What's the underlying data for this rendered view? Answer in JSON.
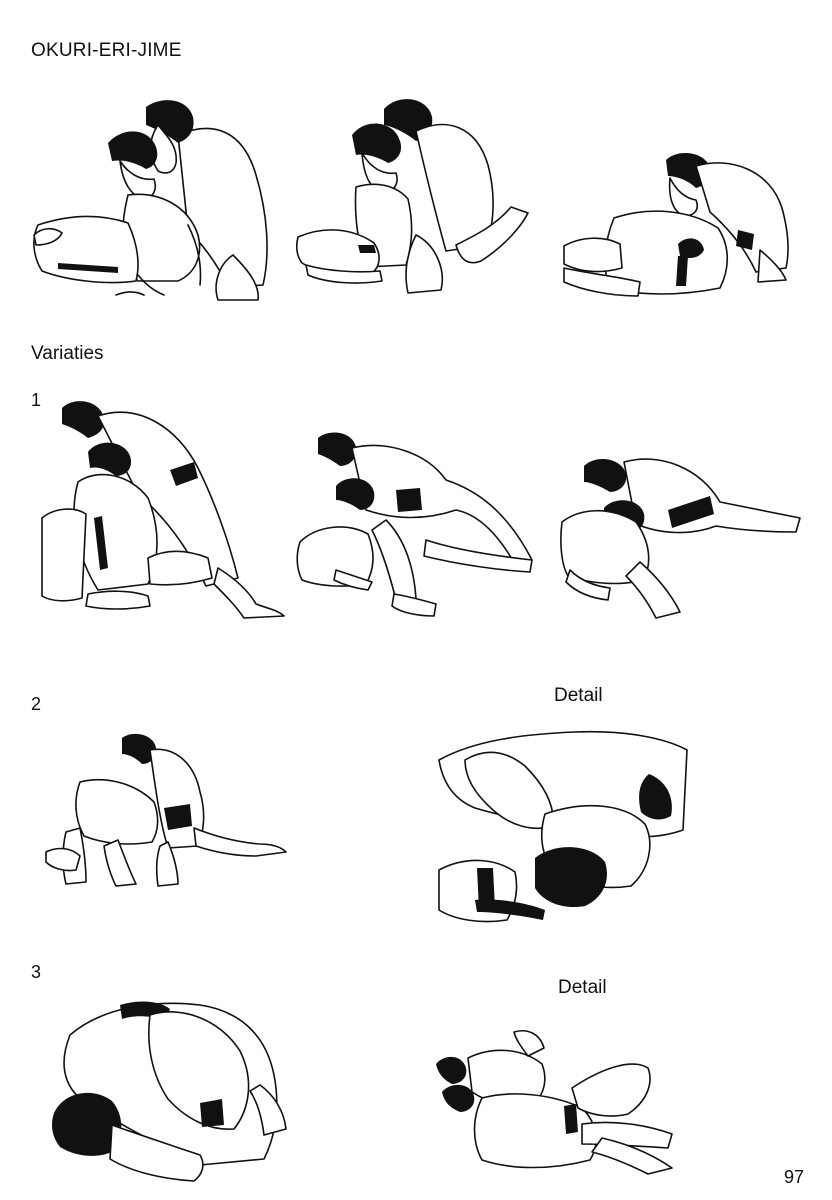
{
  "page": {
    "title": "OKURI-ERI-JIME",
    "section_heading": "Variaties",
    "variations": [
      {
        "number": "1"
      },
      {
        "number": "2",
        "detail_label": "Detail"
      },
      {
        "number": "3",
        "detail_label": "Detail"
      }
    ],
    "page_number": "97"
  },
  "colors": {
    "ink": "#111111",
    "paper": "#ffffff"
  },
  "illustrations": [
    "main-step-1",
    "main-step-2",
    "main-step-3",
    "variation-1-step-1",
    "variation-1-step-2",
    "variation-1-step-3",
    "variation-2-overview",
    "variation-2-detail",
    "variation-3-overview",
    "variation-3-detail"
  ]
}
